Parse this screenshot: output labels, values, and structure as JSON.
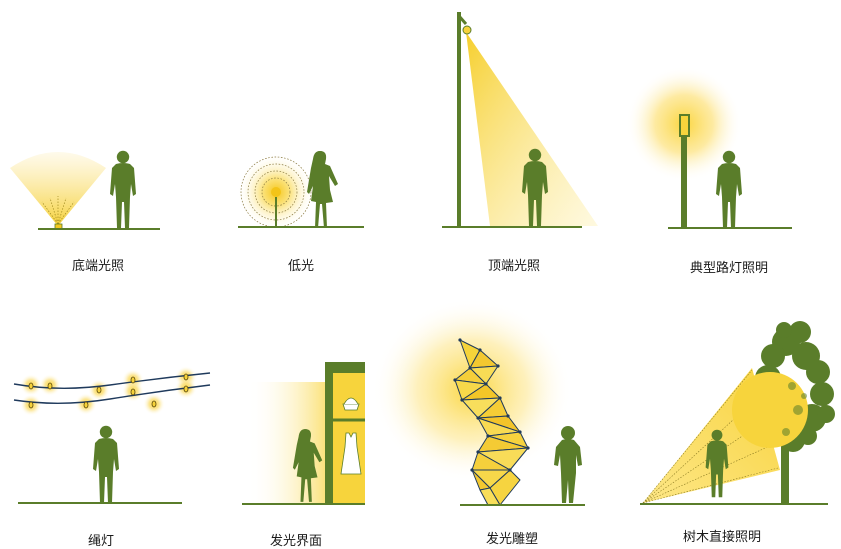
{
  "colors": {
    "green": "#5a7d2a",
    "yellow": "#f7d43c",
    "pale_yellow": "#fbe98a",
    "glow": "#fde16a",
    "rope": "#1f3a5c"
  },
  "panels": [
    {
      "id": "uplight",
      "caption": "底端光照"
    },
    {
      "id": "low-light",
      "caption": "低光"
    },
    {
      "id": "top-light",
      "caption": "顶端光照"
    },
    {
      "id": "street-lamp",
      "caption": "典型路灯照明"
    },
    {
      "id": "string-lights",
      "caption": "绳灯"
    },
    {
      "id": "glowing-facade",
      "caption": "发光界面"
    },
    {
      "id": "glowing-sculpture",
      "caption": "发光雕塑"
    },
    {
      "id": "tree-lighting",
      "caption": "树木直接照明"
    }
  ]
}
